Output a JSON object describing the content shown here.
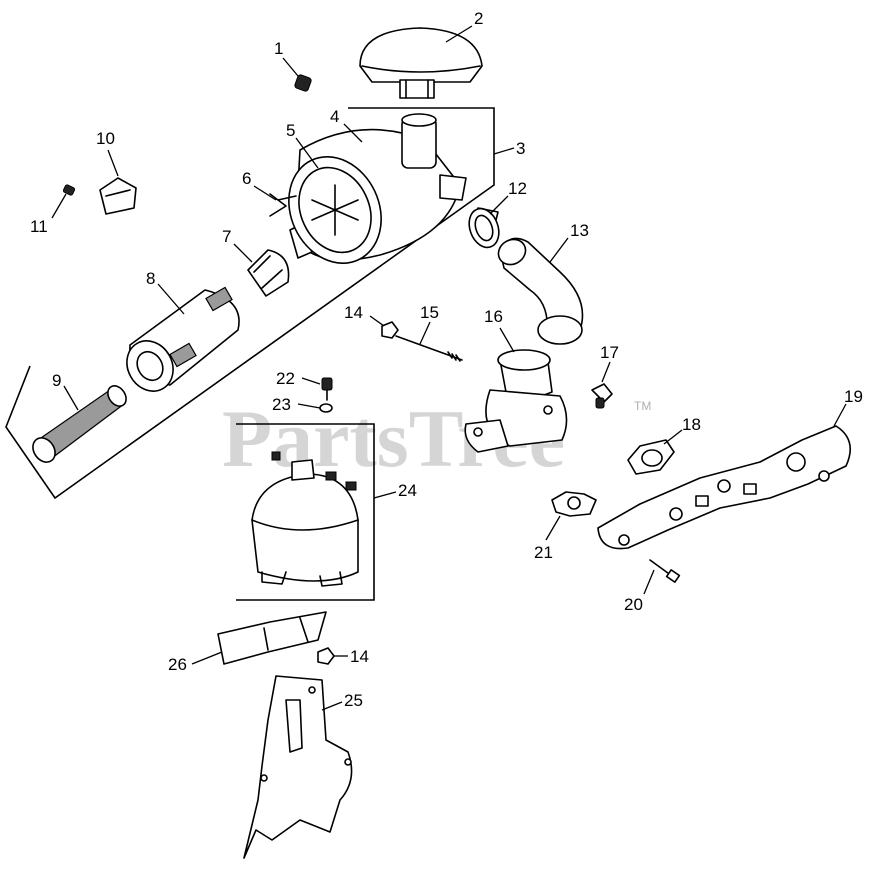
{
  "watermark": {
    "text": "PartsTree",
    "trademark": "TM"
  },
  "callouts": {
    "c1": "1",
    "c2": "2",
    "c3": "3",
    "c4": "4",
    "c5": "5",
    "c6": "6",
    "c7": "7",
    "c8": "8",
    "c9": "9",
    "c10": "10",
    "c11": "11",
    "c12": "12",
    "c13": "13",
    "c14a": "14",
    "c14b": "14",
    "c15": "15",
    "c16": "16",
    "c17": "17",
    "c18": "18",
    "c19": "19",
    "c20": "20",
    "c21": "21",
    "c22": "22",
    "c23": "23",
    "c24": "24",
    "c25": "25",
    "c26": "26"
  }
}
